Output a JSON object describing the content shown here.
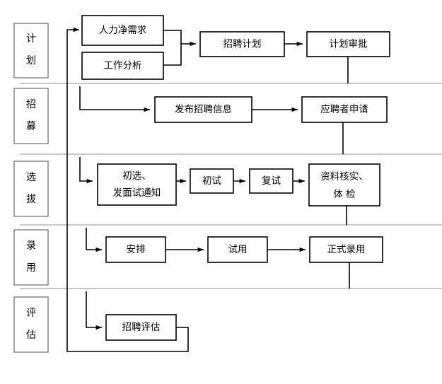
{
  "diagram": {
    "type": "flowchart",
    "orientation": "left-to-right, top-to-bottom swimlanes",
    "language": "zh-CN",
    "colors": {
      "background": "#ffffff",
      "box_border": "#000000",
      "stage_border": "#808080",
      "connector": "#000000",
      "separator": "#a6a6a6",
      "text": "#000000"
    },
    "stages": [
      {
        "id": "stage-plan",
        "label_lines": [
          "计",
          "划"
        ]
      },
      {
        "id": "stage-recruit",
        "label_lines": [
          "招",
          "募"
        ]
      },
      {
        "id": "stage-selection",
        "label_lines": [
          "选",
          "拔"
        ]
      },
      {
        "id": "stage-employment",
        "label_lines": [
          "录",
          "用"
        ]
      },
      {
        "id": "stage-evaluation",
        "label_lines": [
          "评",
          "估"
        ]
      }
    ],
    "nodes": [
      {
        "id": "node-net-demand",
        "stage": "stage-plan",
        "label_lines": [
          "人力净需求"
        ]
      },
      {
        "id": "node-job-analysis",
        "stage": "stage-plan",
        "label_lines": [
          "工作分析"
        ]
      },
      {
        "id": "node-recruit-plan",
        "stage": "stage-plan",
        "label_lines": [
          "招聘计划"
        ]
      },
      {
        "id": "node-plan-approval",
        "stage": "stage-plan",
        "label_lines": [
          "计划审批"
        ]
      },
      {
        "id": "node-publish-info",
        "stage": "stage-recruit",
        "label_lines": [
          "发布招聘信息"
        ]
      },
      {
        "id": "node-applicant-apply",
        "stage": "stage-recruit",
        "label_lines": [
          "应聘者申请"
        ]
      },
      {
        "id": "node-screening",
        "stage": "stage-selection",
        "label_lines": [
          "初选、",
          "发面试通知"
        ]
      },
      {
        "id": "node-first-interview",
        "stage": "stage-selection",
        "label_lines": [
          "初试"
        ]
      },
      {
        "id": "node-second-interview",
        "stage": "stage-selection",
        "label_lines": [
          "复试"
        ]
      },
      {
        "id": "node-verify-medical",
        "stage": "stage-selection",
        "label_lines": [
          "资料核实、",
          "体 检"
        ]
      },
      {
        "id": "node-arrange",
        "stage": "stage-employment",
        "label_lines": [
          "安排"
        ]
      },
      {
        "id": "node-probation",
        "stage": "stage-employment",
        "label_lines": [
          "试用"
        ]
      },
      {
        "id": "node-formal-hire",
        "stage": "stage-employment",
        "label_lines": [
          "正式录用"
        ]
      },
      {
        "id": "node-recruit-eval",
        "stage": "stage-evaluation",
        "label_lines": [
          "招聘评估"
        ]
      }
    ],
    "edges": [
      {
        "from": "feedback-spine",
        "to": "node-net-demand"
      },
      {
        "from": "node-net-demand",
        "to": "node-recruit-plan"
      },
      {
        "from": "node-job-analysis",
        "to": "node-recruit-plan"
      },
      {
        "from": "node-recruit-plan",
        "to": "node-plan-approval"
      },
      {
        "from": "node-plan-approval",
        "to": "node-publish-info"
      },
      {
        "from": "node-publish-info",
        "to": "node-applicant-apply"
      },
      {
        "from": "node-applicant-apply",
        "to": "node-screening"
      },
      {
        "from": "node-screening",
        "to": "node-first-interview"
      },
      {
        "from": "node-first-interview",
        "to": "node-second-interview"
      },
      {
        "from": "node-second-interview",
        "to": "node-verify-medical"
      },
      {
        "from": "node-verify-medical",
        "to": "node-arrange"
      },
      {
        "from": "node-arrange",
        "to": "node-probation"
      },
      {
        "from": "node-probation",
        "to": "node-formal-hire"
      },
      {
        "from": "node-formal-hire",
        "to": "node-recruit-eval"
      },
      {
        "from": "node-recruit-eval",
        "to": "feedback-spine"
      }
    ]
  }
}
